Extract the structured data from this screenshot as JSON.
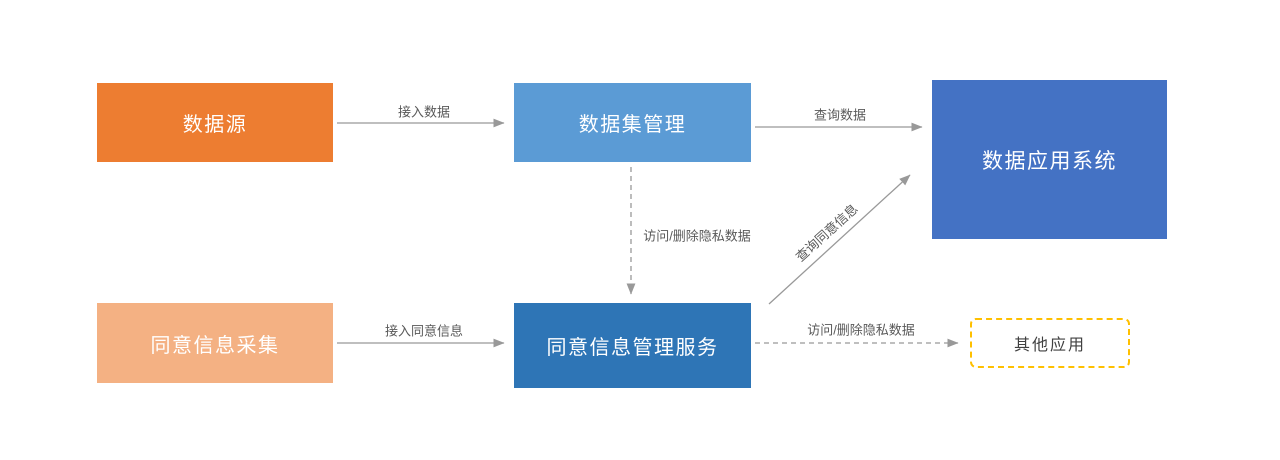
{
  "diagram": {
    "edge_color": "#999999",
    "label_color": "#595959",
    "nodes": {
      "data_source": {
        "label": "数据源",
        "color": "#ED7D31"
      },
      "dataset_mgmt": {
        "label": "数据集管理",
        "color": "#5B9BD5"
      },
      "data_app_system": {
        "label": "数据应用系统",
        "color": "#4472C4"
      },
      "consent_collection": {
        "label": "同意信息采集",
        "color": "#F4B183"
      },
      "consent_mgmt": {
        "label": "同意信息管理服务",
        "color": "#2E75B6"
      },
      "other_apps": {
        "label": "其他应用",
        "border_color": "#FFC000"
      }
    },
    "edges": {
      "access_data": {
        "label": "接入数据",
        "style": "solid"
      },
      "query_data": {
        "label": "查询数据",
        "style": "solid"
      },
      "access_delete_private_down": {
        "label": "访问/删除隐私数据",
        "style": "dashed"
      },
      "access_consent": {
        "label": "接入同意信息",
        "style": "solid"
      },
      "query_consent": {
        "label": "查询同意信息",
        "style": "solid"
      },
      "access_delete_private_right": {
        "label": "访问/删除隐私数据",
        "style": "dashed"
      }
    }
  }
}
